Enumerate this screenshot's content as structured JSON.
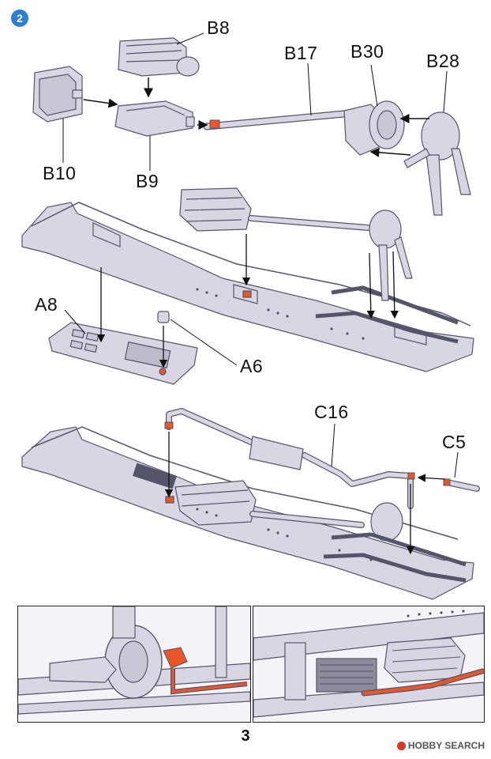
{
  "step": {
    "number": "2"
  },
  "parts": {
    "b8": "B8",
    "b17": "B17",
    "b30": "B30",
    "b28": "B28",
    "b10": "B10",
    "b9": "B9",
    "a8": "A8",
    "a6": "A6",
    "c16": "C16",
    "c5": "C5"
  },
  "page_number": "3",
  "watermark": {
    "text": "HOBBY SEARCH"
  },
  "colors": {
    "part_fill": "#d9d6e4",
    "part_stroke": "#55546a",
    "glue_highlight": "#e8572a",
    "step_badge": "#2e7fd0"
  }
}
